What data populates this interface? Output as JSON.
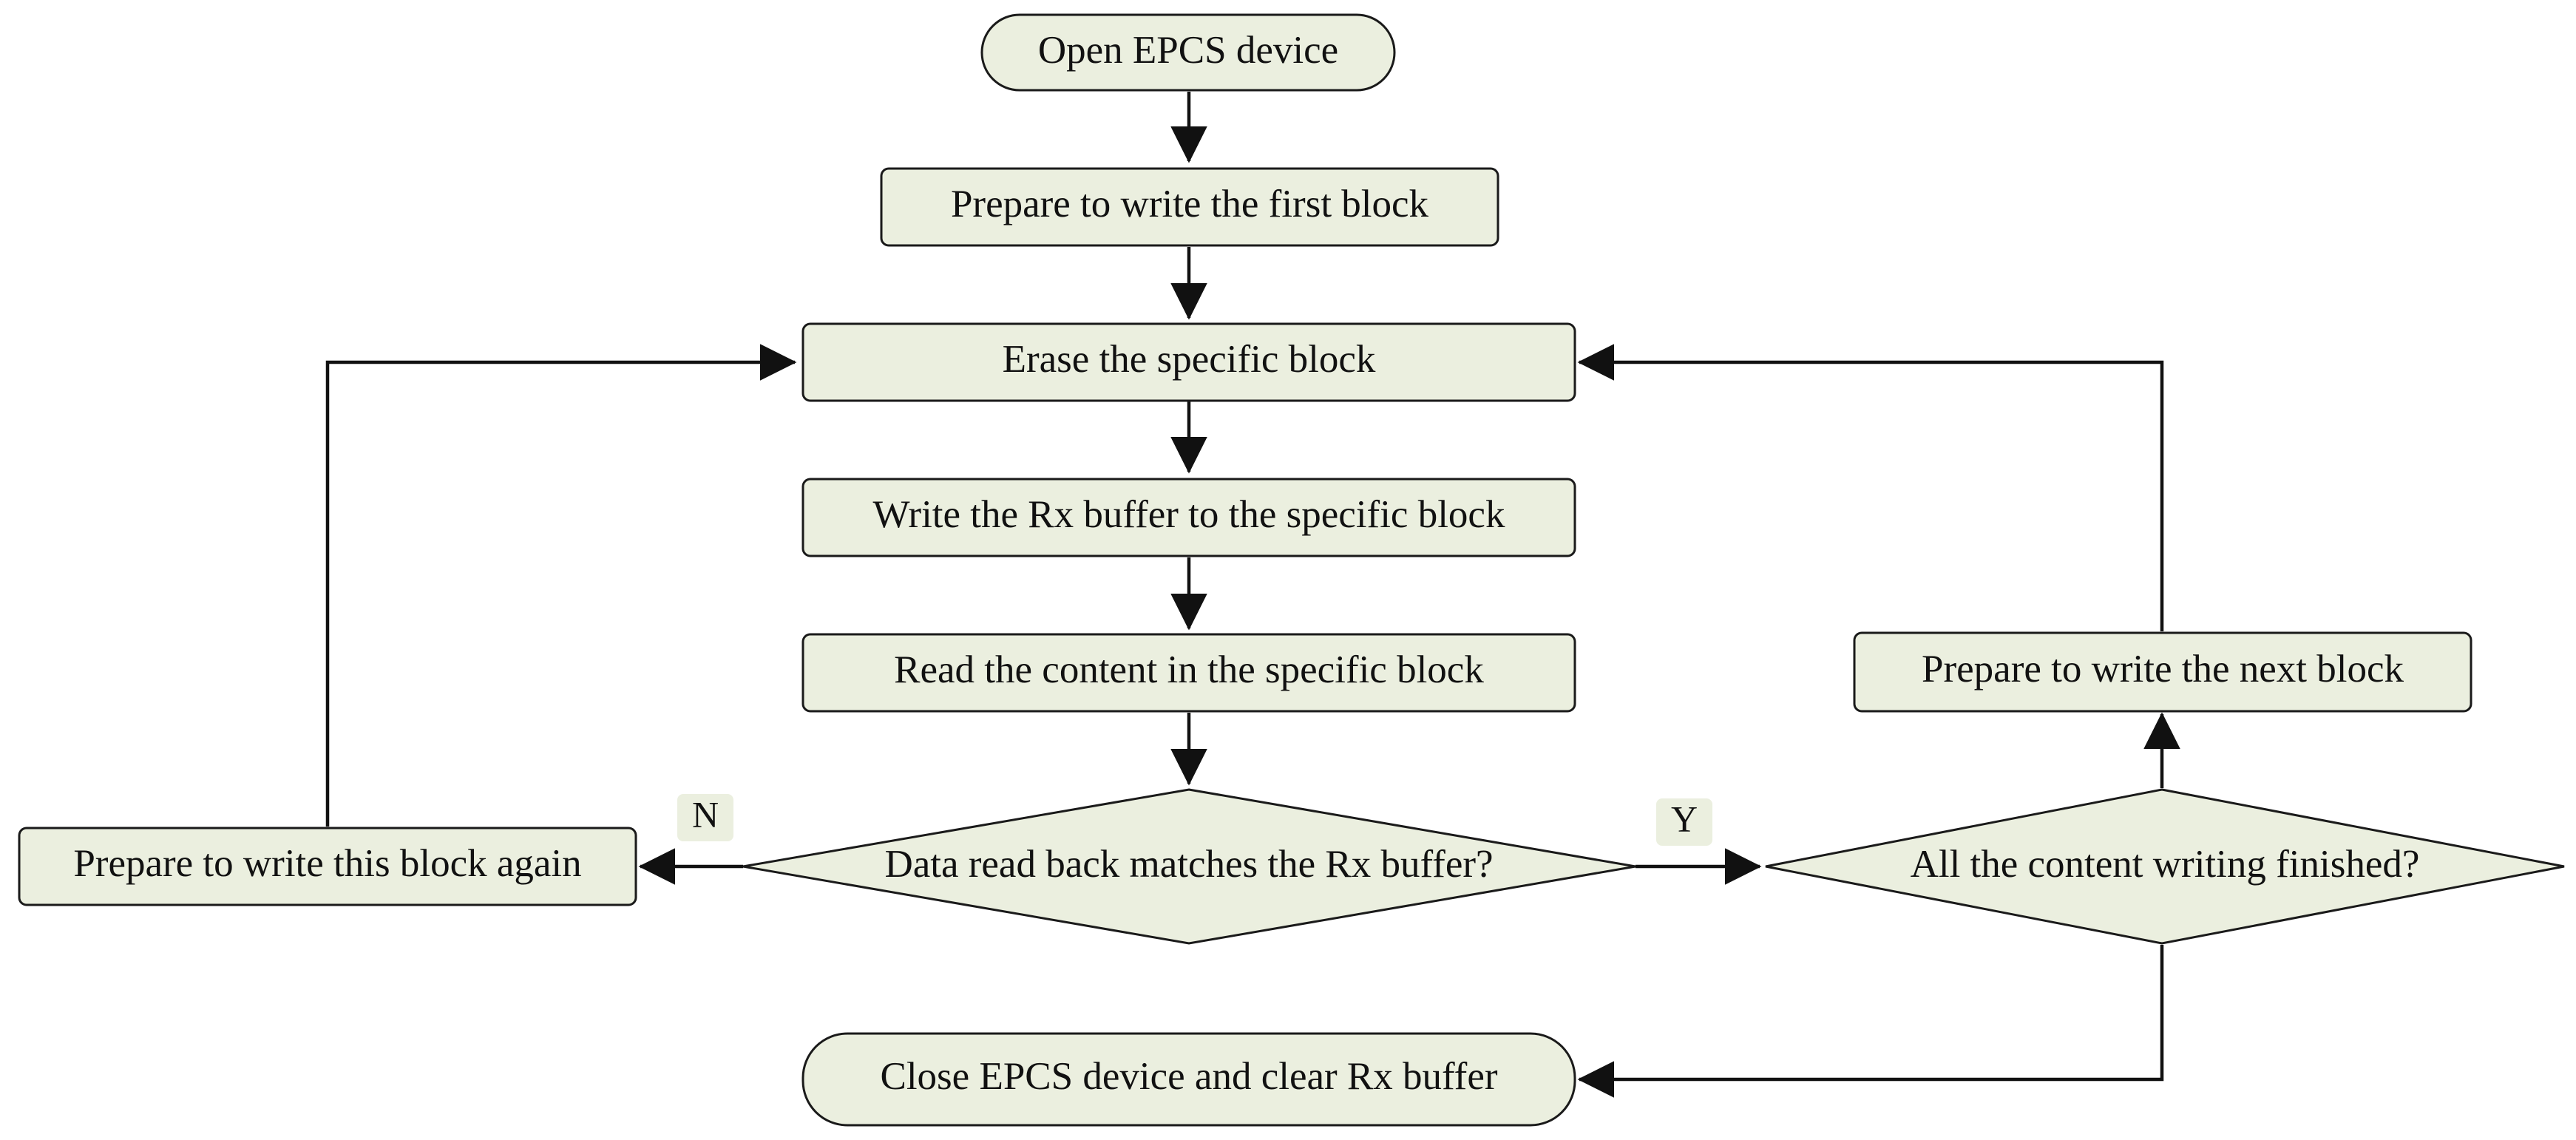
{
  "nodes": {
    "open_device": "Open EPCS device",
    "prepare_first": "Prepare to write the first block",
    "erase_block": "Erase the specific block",
    "write_buffer": "Write the Rx buffer to the specific block",
    "read_content": "Read the content in the specific block",
    "data_matches": "Data read back matches the Rx buffer?",
    "prepare_again": "Prepare to write this block again",
    "all_finished": "All the content writing finished?",
    "prepare_next": "Prepare to write the next block",
    "close_device": "Close EPCS device and clear Rx buffer"
  },
  "edge_labels": {
    "no": "N",
    "yes": "Y"
  },
  "colors": {
    "node_fill": "#ebefdf",
    "stroke": "#111111",
    "background": "#ffffff"
  }
}
